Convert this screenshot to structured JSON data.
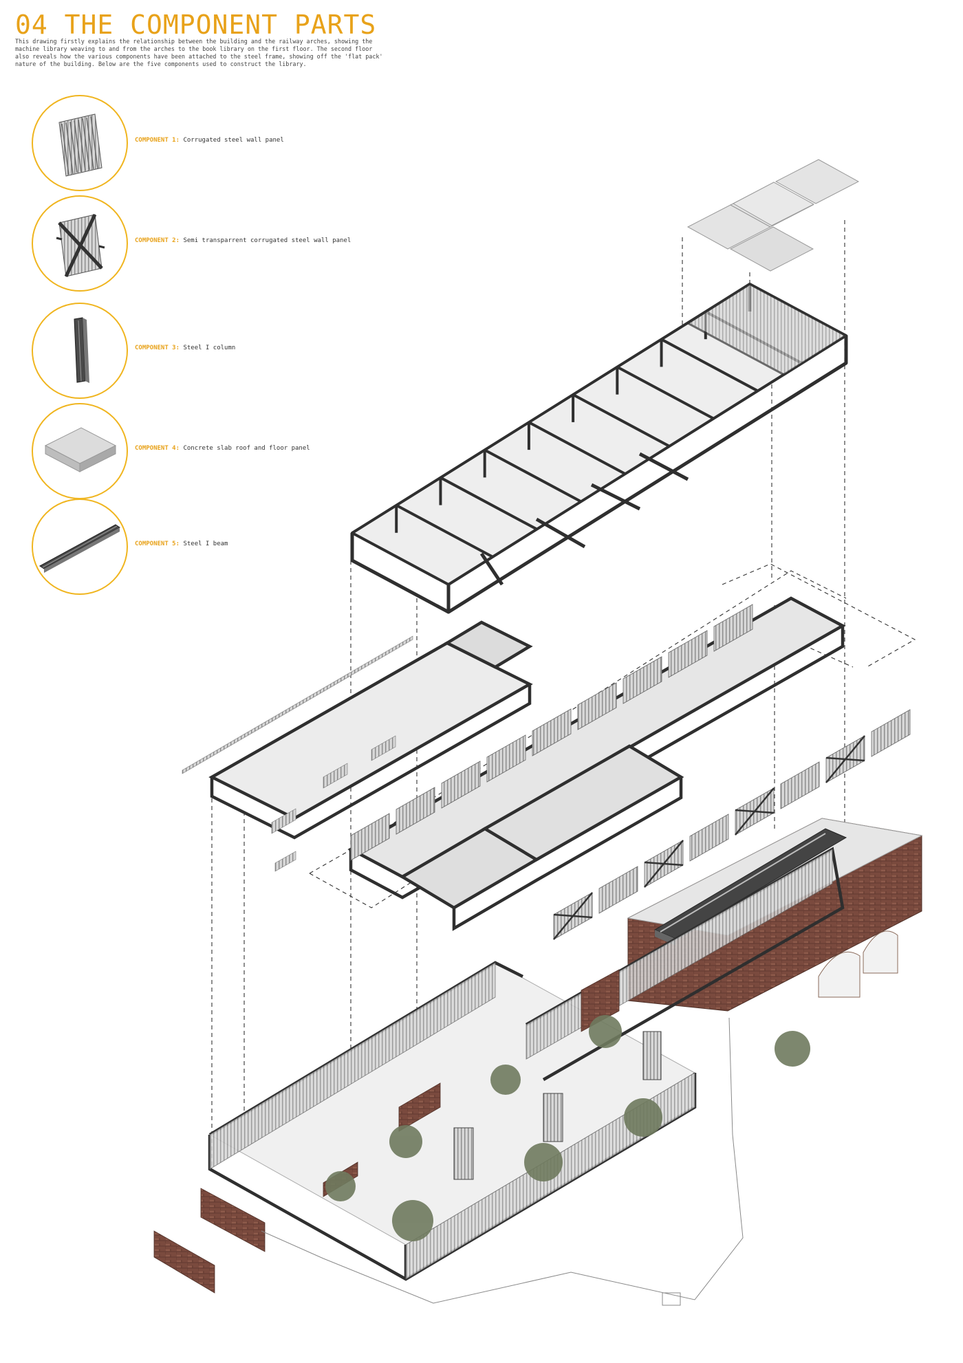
{
  "header": {
    "title": "04 THE COMPONENT PARTS",
    "intro": "This drawing firstly explains the relationship between the building and the railway arches, showing the machine library weaving to and from the arches to the book library on the first floor. The second floor also reveals how the various components have been attached to the steel frame, showing off the 'flat pack' nature of the building. Below are the five components used to construct the library."
  },
  "components": [
    {
      "number": "COMPONENT 1:",
      "description": "Corrugated steel wall panel",
      "icon": "corrugated-panel-icon"
    },
    {
      "number": "COMPONENT 2:",
      "description": "Semi transparrent corrugated steel wall panel",
      "icon": "braced-panel-icon"
    },
    {
      "number": "COMPONENT 3:",
      "description": "Steel I column",
      "icon": "i-column-icon"
    },
    {
      "number": "COMPONENT 4:",
      "description": "Concrete slab roof and floor panel",
      "icon": "concrete-slab-icon"
    },
    {
      "number": "COMPONENT 5:",
      "description": "Steel I beam",
      "icon": "i-beam-icon"
    }
  ],
  "colors": {
    "accent": "#e8a21a",
    "circle": "#f0b51f",
    "steel": "#3a3a3a",
    "brick": "#7a4a3e",
    "slab": "#dcdcdc",
    "tree": "#6f7a5e"
  }
}
